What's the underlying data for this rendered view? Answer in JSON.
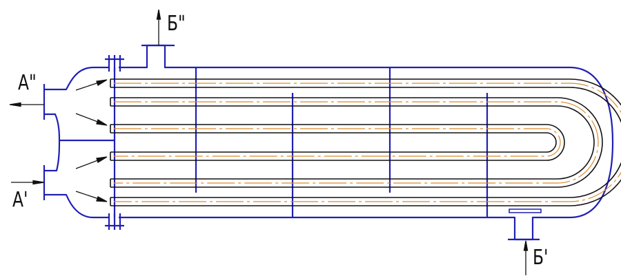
{
  "labels": {
    "shell_outlet": "Б\"",
    "tube_outlet": "А\"",
    "tube_inlet": "А'",
    "shell_inlet": "Б'"
  },
  "colors": {
    "outline": "#1f1fb4",
    "tube_stroke": "#111111",
    "centerline": "#d98a2b",
    "arrow": "#111111",
    "background": "#ffffff"
  }
}
